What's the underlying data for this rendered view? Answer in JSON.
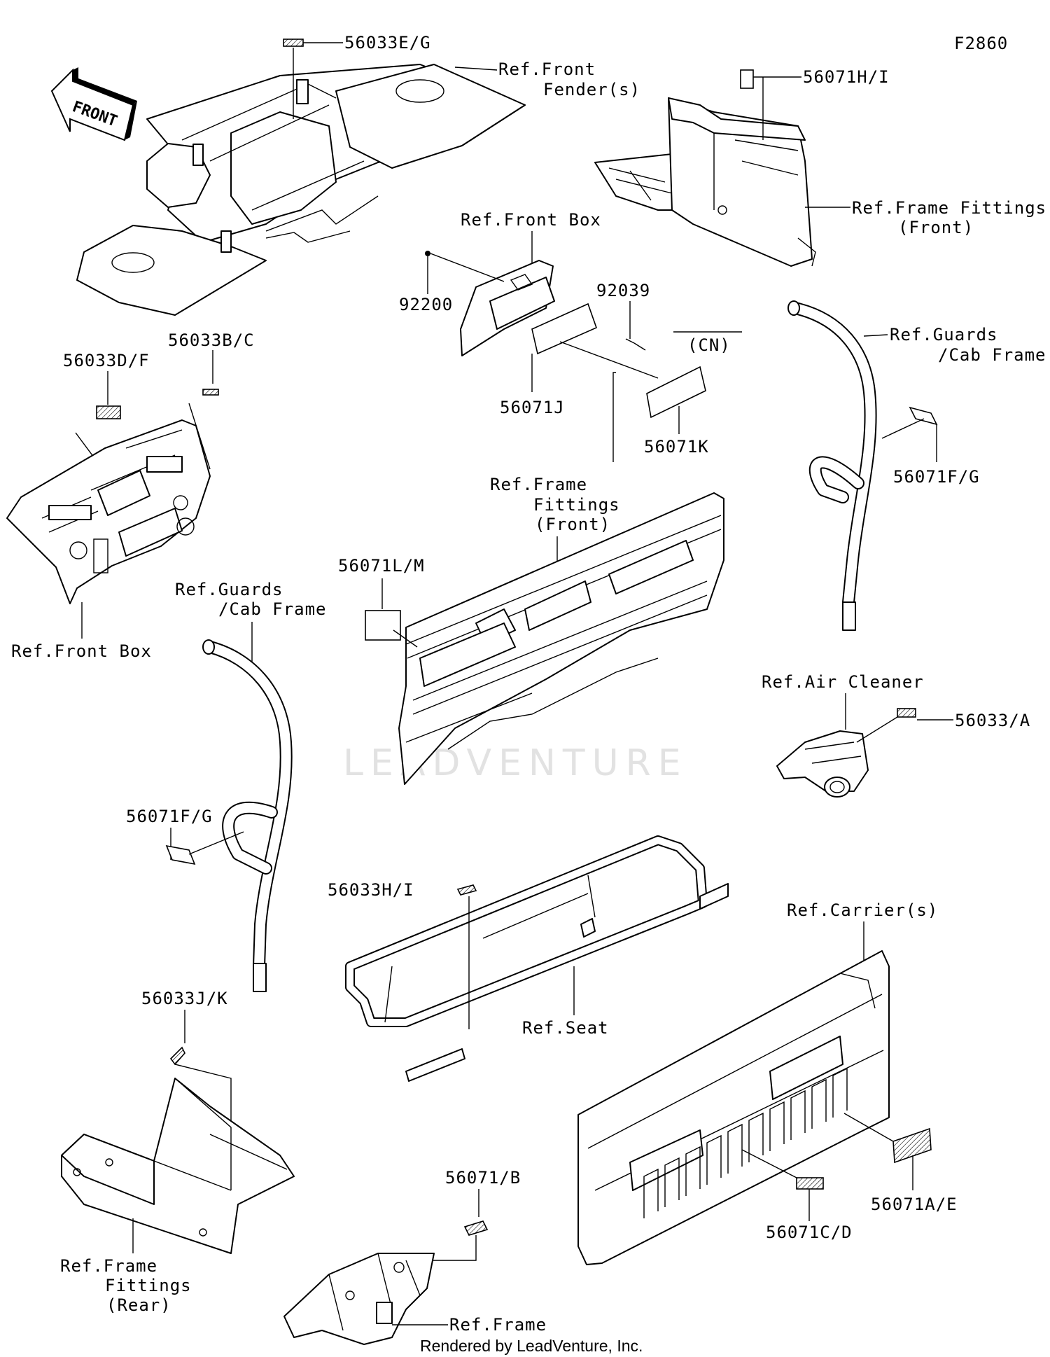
{
  "diagram_id": "F2860",
  "watermark": "LEADVENTURE",
  "footer": "Rendered by LeadVenture, Inc.",
  "front_arrow": "FRONT",
  "labels": {
    "p56033eg": "56033E/G",
    "ref_front_fender": "Ref.Front",
    "ref_front_fender_2": "Fender(s)",
    "p56071hi": "56071H/I",
    "ref_frame_fittings_front_a": "Ref.Frame Fittings",
    "ref_frame_fittings_front_a2": "(Front)",
    "ref_front_box_top": "Ref.Front Box",
    "p92200": "92200",
    "p92039": "92039",
    "cn": "(CN)",
    "p56071j": "56071J",
    "p56071k": "56071K",
    "ref_guards_cab_r": "Ref.Guards",
    "ref_guards_cab_r2": "/Cab Frame",
    "p56071fg_r": "56071F/G",
    "p56033df": "56033D/F",
    "p56033bc": "56033B/C",
    "ref_front_box_left": "Ref.Front Box",
    "ref_frame_fittings_mid": "Ref.Frame",
    "ref_frame_fittings_mid2": "Fittings",
    "ref_frame_fittings_mid3": "(Front)",
    "p56071lm": "56071L/M",
    "ref_guards_cab_l": "Ref.Guards",
    "ref_guards_cab_l2": "/Cab Frame",
    "ref_air_cleaner": "Ref.Air Cleaner",
    "p56033a": "56033/A",
    "p56071fg_l": "56071F/G",
    "p56033hi": "56033H/I",
    "ref_carriers": "Ref.Carrier(s)",
    "ref_seat": "Ref.Seat",
    "p56033jk": "56033J/K",
    "p56071b": "56071/B",
    "p56071cd": "56071C/D",
    "p56071ae": "56071A/E",
    "ref_frame_fittings_rear": "Ref.Frame",
    "ref_frame_fittings_rear2": "Fittings",
    "ref_frame_fittings_rear3": "(Rear)",
    "ref_frame": "Ref.Frame"
  }
}
